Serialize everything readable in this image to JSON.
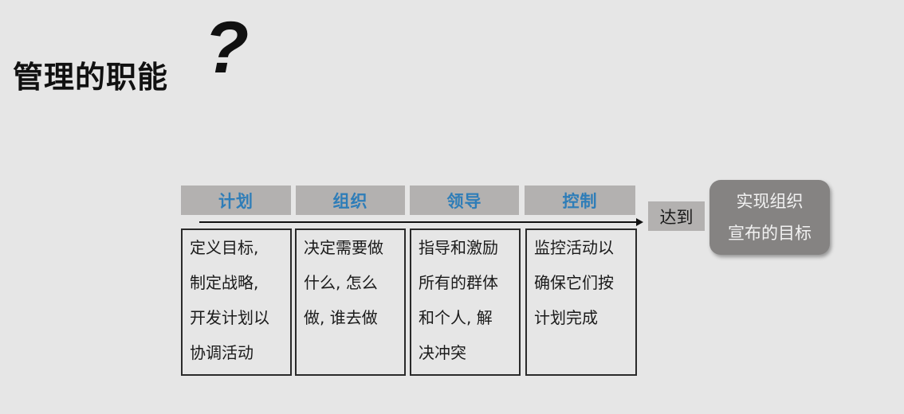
{
  "slide": {
    "title": "管理的职能",
    "title_mark": "?"
  },
  "functions": [
    {
      "label": "计划",
      "lines": [
        "定义目标,",
        "制定战略,",
        "开发计划以",
        "协调活动"
      ]
    },
    {
      "label": "组织",
      "lines": [
        "决定需要做",
        "什么, 怎么",
        "做, 谁去做"
      ]
    },
    {
      "label": "领导",
      "lines": [
        "指导和激励",
        "所有的群体",
        "和个人, 解",
        "决冲突"
      ]
    },
    {
      "label": "控制",
      "lines": [
        "监控活动以",
        "确保它们按",
        "计划完成"
      ]
    }
  ],
  "reach_label": "达到",
  "goal": {
    "line1": "实现组织",
    "line2": "宣布的目标"
  },
  "colors": {
    "background": "#e6e6e6",
    "header_fill": "#b3b1b0",
    "header_text": "#2e7db8",
    "goal_fill": "#858382",
    "goal_text": "#f2f2f2"
  }
}
